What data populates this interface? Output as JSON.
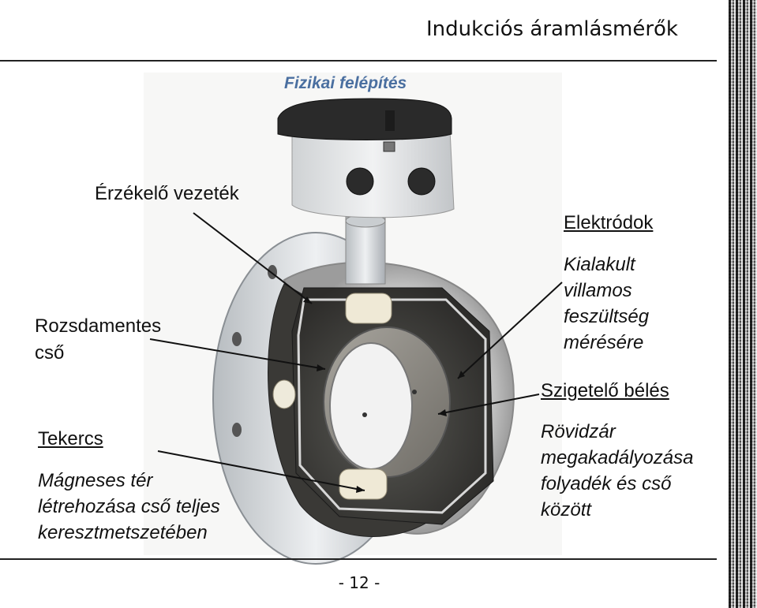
{
  "header": {
    "title": "Indukciós áramlásmérők"
  },
  "figure": {
    "title": "Fizikai felépítés"
  },
  "labels": {
    "sensor_wire": "Érzékelő vezeték",
    "stainless_pipe_line1": "Rozsdamentes",
    "stainless_pipe_line2": "cső",
    "coil": "Tekercs",
    "coil_desc_line1": "Mágneses tér",
    "coil_desc_line2": "létrehozása  cső teljes",
    "coil_desc_line3": "keresztmetszetében",
    "electrodes": "Elektródok",
    "electrodes_desc_line1": "Kialakult",
    "electrodes_desc_line2": "villamos",
    "electrodes_desc_line3": "feszültség",
    "electrodes_desc_line4": "mérésére",
    "liner": "Szigetelő bélés",
    "liner_desc_line1": "Rövidzár",
    "liner_desc_line2": "megakadályozása",
    "liner_desc_line3": "folyadék és cső",
    "liner_desc_line4": "között"
  },
  "footer": {
    "page_number": "- 12 -"
  }
}
